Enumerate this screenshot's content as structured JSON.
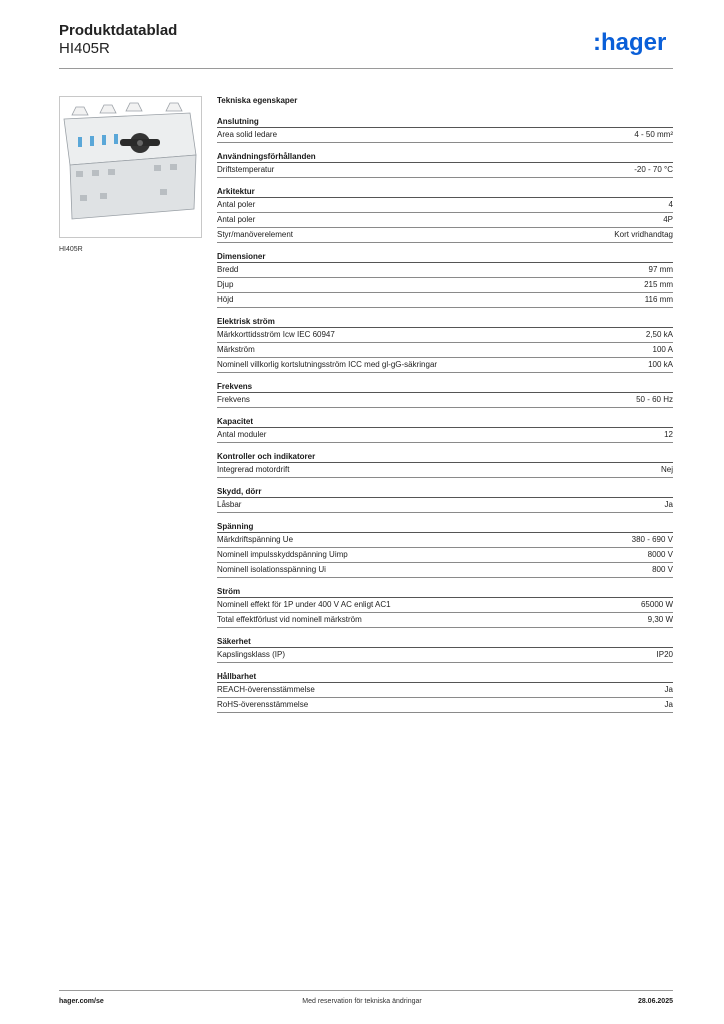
{
  "header": {
    "title": "Produktdatablad",
    "product_code": "HI405R",
    "logo_text": ":hager",
    "brand_color": "#0a5fd8"
  },
  "image": {
    "caption": "HI405R"
  },
  "specs": {
    "title": "Tekniska egenskaper",
    "groups": [
      {
        "title": "Anslutning",
        "rows": [
          {
            "label": "Area solid ledare",
            "value": "4 - 50 mm²"
          }
        ]
      },
      {
        "title": "Användningsförhållanden",
        "rows": [
          {
            "label": "Driftstemperatur",
            "value": "-20 - 70 °C"
          }
        ]
      },
      {
        "title": "Arkitektur",
        "rows": [
          {
            "label": "Antal poler",
            "value": "4"
          },
          {
            "label": "Antal poler",
            "value": "4P"
          },
          {
            "label": "Styr/manöverelement",
            "value": "Kort vridhandtag"
          }
        ]
      },
      {
        "title": "Dimensioner",
        "rows": [
          {
            "label": "Bredd",
            "value": "97 mm"
          },
          {
            "label": "Djup",
            "value": "215 mm"
          },
          {
            "label": "Höjd",
            "value": "116 mm"
          }
        ]
      },
      {
        "title": "Elektrisk ström",
        "rows": [
          {
            "label": "Märkkorttidsström Icw IEC 60947",
            "value": "2,50 kA"
          },
          {
            "label": "Märkström",
            "value": "100 A"
          },
          {
            "label": "Nominell villkorlig kortslutningsström ICC med gl-gG-säkringar",
            "value": "100 kA"
          }
        ]
      },
      {
        "title": "Frekvens",
        "rows": [
          {
            "label": "Frekvens",
            "value": "50 - 60 Hz"
          }
        ]
      },
      {
        "title": "Kapacitet",
        "rows": [
          {
            "label": "Antal moduler",
            "value": "12"
          }
        ]
      },
      {
        "title": "Kontroller och indikatorer",
        "rows": [
          {
            "label": "Integrerad motordrift",
            "value": "Nej"
          }
        ]
      },
      {
        "title": "Skydd, dörr",
        "rows": [
          {
            "label": "Låsbar",
            "value": "Ja"
          }
        ]
      },
      {
        "title": "Spänning",
        "rows": [
          {
            "label": "Märkdriftspänning Ue",
            "value": "380 - 690 V"
          },
          {
            "label": "Nominell impulsskyddspänning Uimp",
            "value": "8000 V"
          },
          {
            "label": "Nominell isolationsspänning Ui",
            "value": "800 V"
          }
        ]
      },
      {
        "title": "Ström",
        "rows": [
          {
            "label": "Nominell effekt för 1P under 400 V AC enligt AC1",
            "value": "65000 W"
          },
          {
            "label": "Total effektförlust vid nominell märkström",
            "value": "9,30 W"
          }
        ]
      },
      {
        "title": "Säkerhet",
        "rows": [
          {
            "label": "Kapslingsklass (IP)",
            "value": "IP20"
          }
        ]
      },
      {
        "title": "Hållbarhet",
        "rows": [
          {
            "label": "REACH-överensstämmelse",
            "value": "Ja"
          },
          {
            "label": "RoHS-överensstämmelse",
            "value": "Ja"
          }
        ]
      }
    ]
  },
  "footer": {
    "left": "hager.com/se",
    "center": "Med reservation för tekniska ändringar",
    "right": "28.06.2025"
  }
}
